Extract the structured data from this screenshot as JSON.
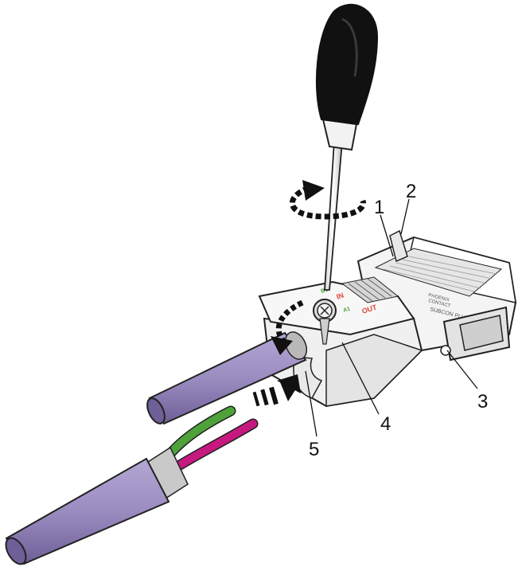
{
  "callouts": [
    "1",
    "2",
    "3",
    "4",
    "5"
  ],
  "connector": {
    "brand_line1": "PHOENIX",
    "brand_line2": "CONTACT",
    "model": "SUBCON PLUS",
    "mark_in": "IN",
    "mark_out": "OUT",
    "mark_a": "A1",
    "mark_b": "B1"
  },
  "colors": {
    "cable": "#9b8cc0",
    "cable_shadow": "#6f5f98",
    "wire_green": "#4fa23a",
    "wire_magenta": "#c6197f",
    "mark_red": "#e0443a",
    "housing": "#f2f2f2",
    "outline": "#222222"
  },
  "icons": [
    "screwdriver-icon",
    "rotate-arrow-icon",
    "push-arrow-icon"
  ]
}
